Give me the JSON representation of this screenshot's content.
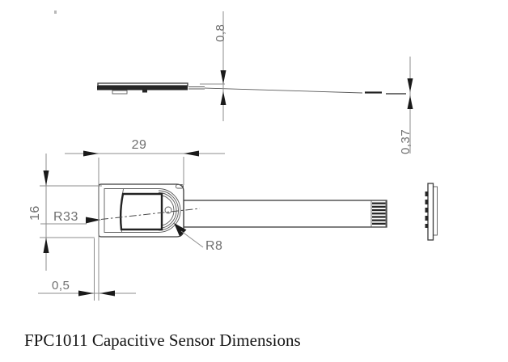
{
  "drawing": {
    "caption": "FPC1011 Capacitive Sensor Dimensions",
    "dimensions": {
      "module_width_mm": "29",
      "module_height_mm": "16",
      "edge_offset_mm": "0,5",
      "module_thickness_mm": "0,8",
      "flex_thickness_mm": "0,37",
      "bezel_radius": "R33",
      "sensor_corner_radius": "R8"
    },
    "colors": {
      "outline": "#3a3a3a",
      "dimension_line": "#8c8c8c",
      "dimension_text": "#6f6f6f",
      "arrow": "#1a1a1a",
      "caption_text": "#141414"
    }
  }
}
